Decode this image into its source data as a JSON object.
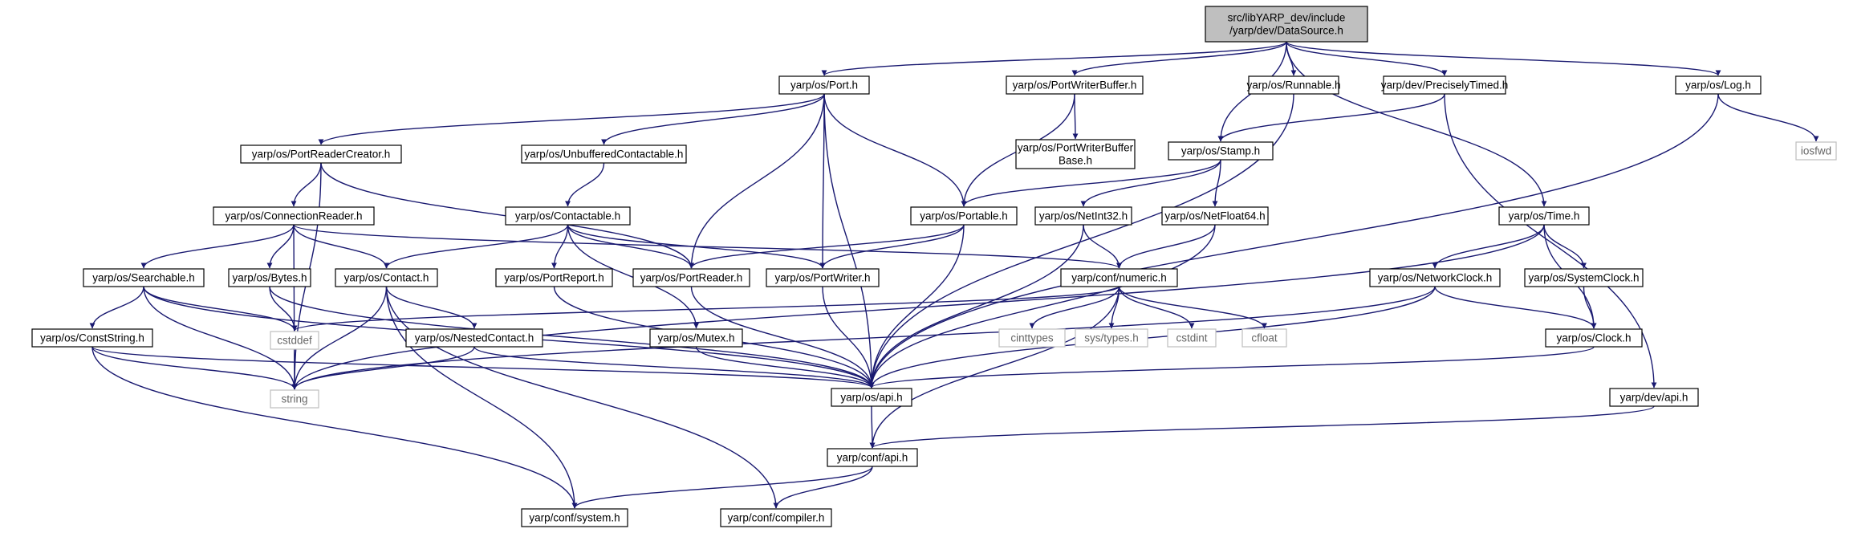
{
  "diagram": {
    "colors": {
      "edge": "#191970",
      "root_fill": "#bfbfbf",
      "node_fill": "#ffffff",
      "external_border": "#bfbfbf"
    },
    "nodes": [
      {
        "id": "root",
        "lines": [
          "src/libYARP_dev/include",
          "/yarp/dev/DataSource.h"
        ],
        "kind": "root"
      },
      {
        "id": "port",
        "lines": [
          "yarp/os/Port.h"
        ]
      },
      {
        "id": "pwb",
        "lines": [
          "yarp/os/PortWriterBuffer.h"
        ]
      },
      {
        "id": "runnable",
        "lines": [
          "yarp/os/Runnable.h"
        ]
      },
      {
        "id": "ptimed",
        "lines": [
          "yarp/dev/PreciselyTimed.h"
        ]
      },
      {
        "id": "log",
        "lines": [
          "yarp/os/Log.h"
        ]
      },
      {
        "id": "iosfwd",
        "lines": [
          "iosfwd"
        ],
        "kind": "external"
      },
      {
        "id": "prc",
        "lines": [
          "yarp/os/PortReaderCreator.h"
        ]
      },
      {
        "id": "uc",
        "lines": [
          "yarp/os/UnbufferedContactable.h"
        ]
      },
      {
        "id": "pwbb",
        "lines": [
          "yarp/os/PortWriterBuffer",
          "Base.h"
        ]
      },
      {
        "id": "stamp",
        "lines": [
          "yarp/os/Stamp.h"
        ]
      },
      {
        "id": "cr",
        "lines": [
          "yarp/os/ConnectionReader.h"
        ]
      },
      {
        "id": "contactable",
        "lines": [
          "yarp/os/Contactable.h"
        ]
      },
      {
        "id": "portable",
        "lines": [
          "yarp/os/Portable.h"
        ]
      },
      {
        "id": "netint",
        "lines": [
          "yarp/os/NetInt32.h"
        ]
      },
      {
        "id": "netfloat",
        "lines": [
          "yarp/os/NetFloat64.h"
        ]
      },
      {
        "id": "time",
        "lines": [
          "yarp/os/Time.h"
        ]
      },
      {
        "id": "searchable",
        "lines": [
          "yarp/os/Searchable.h"
        ]
      },
      {
        "id": "bytes",
        "lines": [
          "yarp/os/Bytes.h"
        ]
      },
      {
        "id": "contact",
        "lines": [
          "yarp/os/Contact.h"
        ]
      },
      {
        "id": "portreport",
        "lines": [
          "yarp/os/PortReport.h"
        ]
      },
      {
        "id": "portreader",
        "lines": [
          "yarp/os/PortReader.h"
        ]
      },
      {
        "id": "portwriter",
        "lines": [
          "yarp/os/PortWriter.h"
        ]
      },
      {
        "id": "numeric",
        "lines": [
          "yarp/conf/numeric.h"
        ]
      },
      {
        "id": "netclock",
        "lines": [
          "yarp/os/NetworkClock.h"
        ]
      },
      {
        "id": "sysclock",
        "lines": [
          "yarp/os/SystemClock.h"
        ]
      },
      {
        "id": "cstddef",
        "lines": [
          "cstddef"
        ],
        "kind": "external"
      },
      {
        "id": "conststring",
        "lines": [
          "yarp/os/ConstString.h"
        ]
      },
      {
        "id": "nested",
        "lines": [
          "yarp/os/NestedContact.h"
        ]
      },
      {
        "id": "mutex",
        "lines": [
          "yarp/os/Mutex.h"
        ]
      },
      {
        "id": "cinttypes",
        "lines": [
          "cinttypes"
        ],
        "kind": "external"
      },
      {
        "id": "systypes",
        "lines": [
          "sys/types.h"
        ],
        "kind": "external"
      },
      {
        "id": "cstdint",
        "lines": [
          "cstdint"
        ],
        "kind": "external"
      },
      {
        "id": "cfloat",
        "lines": [
          "cfloat"
        ],
        "kind": "external"
      },
      {
        "id": "clock",
        "lines": [
          "yarp/os/Clock.h"
        ]
      },
      {
        "id": "string",
        "lines": [
          "string"
        ],
        "kind": "external"
      },
      {
        "id": "osapi",
        "lines": [
          "yarp/os/api.h"
        ]
      },
      {
        "id": "devapi",
        "lines": [
          "yarp/dev/api.h"
        ]
      },
      {
        "id": "confapi",
        "lines": [
          "yarp/conf/api.h"
        ]
      },
      {
        "id": "system",
        "lines": [
          "yarp/conf/system.h"
        ]
      },
      {
        "id": "compiler",
        "lines": [
          "yarp/conf/compiler.h"
        ]
      }
    ],
    "edges": [
      [
        "root",
        "port"
      ],
      [
        "root",
        "pwb"
      ],
      [
        "root",
        "runnable"
      ],
      [
        "root",
        "ptimed"
      ],
      [
        "root",
        "log"
      ],
      [
        "root",
        "stamp"
      ],
      [
        "root",
        "time"
      ],
      [
        "port",
        "prc"
      ],
      [
        "port",
        "uc"
      ],
      [
        "port",
        "portable"
      ],
      [
        "port",
        "portreader"
      ],
      [
        "port",
        "portwriter"
      ],
      [
        "port",
        "osapi"
      ],
      [
        "pwb",
        "pwbb"
      ],
      [
        "pwb",
        "portable"
      ],
      [
        "runnable",
        "osapi"
      ],
      [
        "ptimed",
        "stamp"
      ],
      [
        "ptimed",
        "devapi"
      ],
      [
        "log",
        "iosfwd"
      ],
      [
        "log",
        "osapi"
      ],
      [
        "prc",
        "cr"
      ],
      [
        "prc",
        "portreader"
      ],
      [
        "prc",
        "string"
      ],
      [
        "uc",
        "contactable"
      ],
      [
        "stamp",
        "portable"
      ],
      [
        "stamp",
        "netint"
      ],
      [
        "stamp",
        "netfloat"
      ],
      [
        "cr",
        "searchable"
      ],
      [
        "cr",
        "bytes"
      ],
      [
        "cr",
        "contact"
      ],
      [
        "cr",
        "numeric"
      ],
      [
        "cr",
        "string"
      ],
      [
        "contactable",
        "contact"
      ],
      [
        "contactable",
        "portreport"
      ],
      [
        "contactable",
        "portreader"
      ],
      [
        "contactable",
        "portwriter"
      ],
      [
        "contactable",
        "mutex"
      ],
      [
        "portable",
        "portreader"
      ],
      [
        "portable",
        "portwriter"
      ],
      [
        "portable",
        "osapi"
      ],
      [
        "netint",
        "numeric"
      ],
      [
        "netint",
        "osapi"
      ],
      [
        "netfloat",
        "numeric"
      ],
      [
        "netfloat",
        "osapi"
      ],
      [
        "time",
        "netclock"
      ],
      [
        "time",
        "sysclock"
      ],
      [
        "time",
        "clock"
      ],
      [
        "time",
        "string"
      ],
      [
        "searchable",
        "conststring"
      ],
      [
        "searchable",
        "cstddef"
      ],
      [
        "searchable",
        "string"
      ],
      [
        "searchable",
        "osapi"
      ],
      [
        "bytes",
        "cstddef"
      ],
      [
        "bytes",
        "osapi"
      ],
      [
        "contact",
        "nested"
      ],
      [
        "contact",
        "string"
      ],
      [
        "contact",
        "system"
      ],
      [
        "contact",
        "compiler"
      ],
      [
        "portreport",
        "osapi"
      ],
      [
        "portreader",
        "osapi"
      ],
      [
        "portwriter",
        "osapi"
      ],
      [
        "numeric",
        "cinttypes"
      ],
      [
        "numeric",
        "systypes"
      ],
      [
        "numeric",
        "cstdint"
      ],
      [
        "numeric",
        "cfloat"
      ],
      [
        "numeric",
        "cstddef"
      ],
      [
        "numeric",
        "confapi"
      ],
      [
        "netclock",
        "clock"
      ],
      [
        "netclock",
        "osapi"
      ],
      [
        "netclock",
        "string"
      ],
      [
        "sysclock",
        "clock"
      ],
      [
        "conststring",
        "string"
      ],
      [
        "conststring",
        "osapi"
      ],
      [
        "conststring",
        "system"
      ],
      [
        "nested",
        "string"
      ],
      [
        "nested",
        "osapi"
      ],
      [
        "mutex",
        "osapi"
      ],
      [
        "clock",
        "osapi"
      ],
      [
        "osapi",
        "confapi"
      ],
      [
        "devapi",
        "confapi"
      ],
      [
        "confapi",
        "system"
      ],
      [
        "confapi",
        "compiler"
      ]
    ]
  }
}
